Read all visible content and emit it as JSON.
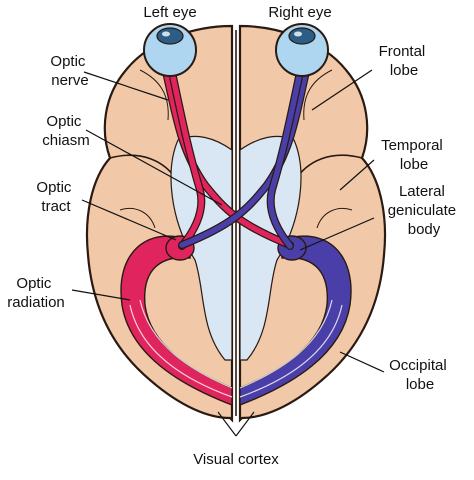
{
  "labels": {
    "left_eye": "Left eye",
    "right_eye": "Right eye",
    "optic_nerve": [
      "Optic",
      "nerve"
    ],
    "optic_chiasm": [
      "Optic",
      "chiasm"
    ],
    "optic_tract": [
      "Optic",
      "tract"
    ],
    "optic_radiation": [
      "Optic",
      "radiation"
    ],
    "frontal_lobe": [
      "Frontal",
      "lobe"
    ],
    "temporal_lobe": [
      "Temporal",
      "lobe"
    ],
    "lateral_geniculate_body": [
      "Lateral",
      "geniculate",
      "body"
    ],
    "occipital_lobe": [
      "Occipital",
      "lobe"
    ],
    "visual_cortex": "Visual cortex"
  },
  "colors": {
    "brain": "#f2c9a8",
    "brain_outline": "#2a1a12",
    "inner_region": "#d9e6f3",
    "left_pathway": "#e0245e",
    "right_pathway": "#4a3fa8",
    "eye": "#aed6f1",
    "eye_pupil": "#2c5d86"
  }
}
